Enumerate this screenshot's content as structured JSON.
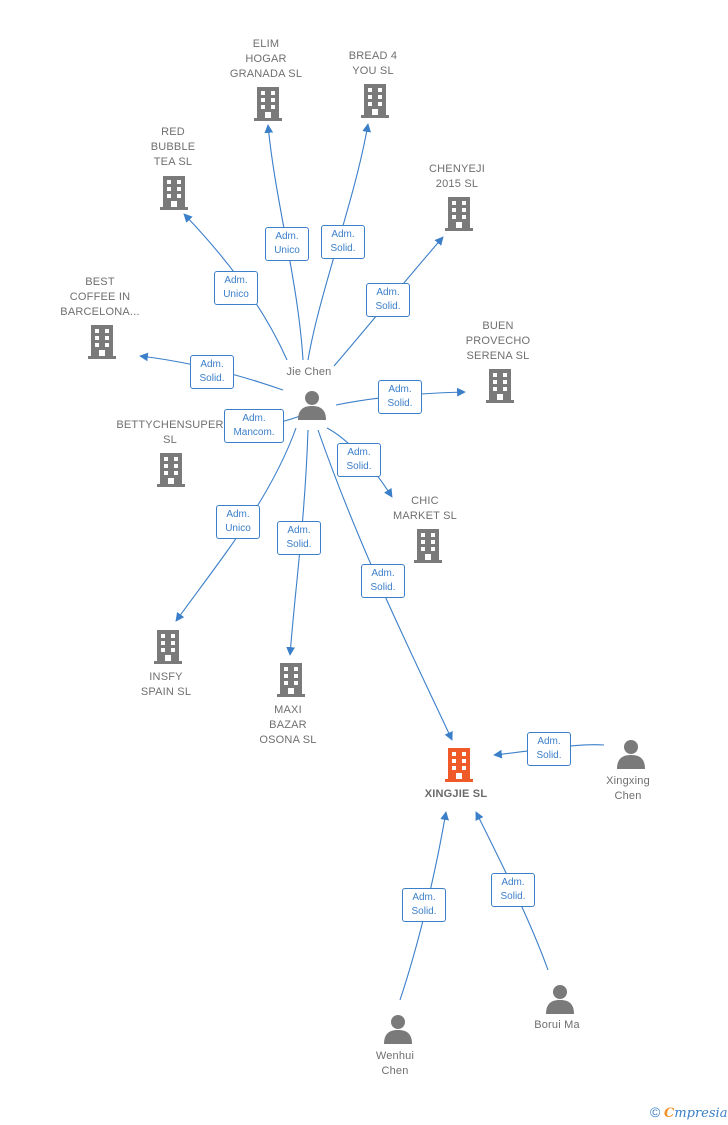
{
  "diagram": {
    "people": {
      "jie_chen": "Jie Chen",
      "xingxing_chen": "Xingxing\nChen",
      "wenhui_chen": "Wenhui\nChen",
      "borui_ma": "Borui Ma"
    },
    "companies": {
      "elim": "ELIM\nHOGAR\nGRANADA  SL",
      "bread4you": "BREAD 4\nYOU  SL",
      "red_bubble": "RED\nBUBBLE\nTEA  SL",
      "chenyeji": "CHENYEJI\n2015  SL",
      "best_coffee": "BEST\nCOFFEE IN\nBARCELONA...",
      "buen_provecho": "BUEN\nPROVECHO\nSERENA  SL",
      "bettychen": "BETTYCHENSUPER\nSL",
      "chic_market": "CHIC\nMARKET  SL",
      "insfy": "INSFY\nSPAIN  SL",
      "maxi_bazar": "MAXI\nBAZAR\nOSONA  SL",
      "xingjie": "XINGJIE  SL"
    },
    "relations": {
      "adm_unico": "Adm.\nUnico",
      "adm_solid": "Adm.\nSolid.",
      "adm_mancom": "Adm.\nMancom."
    },
    "colors": {
      "edge": "#3b7fc9",
      "node": "#7a7a7a",
      "focus_node": "#f05a28"
    }
  },
  "footer": {
    "copyright_symbol": "©",
    "brand_first": "C",
    "brand_rest": "mpresia"
  }
}
